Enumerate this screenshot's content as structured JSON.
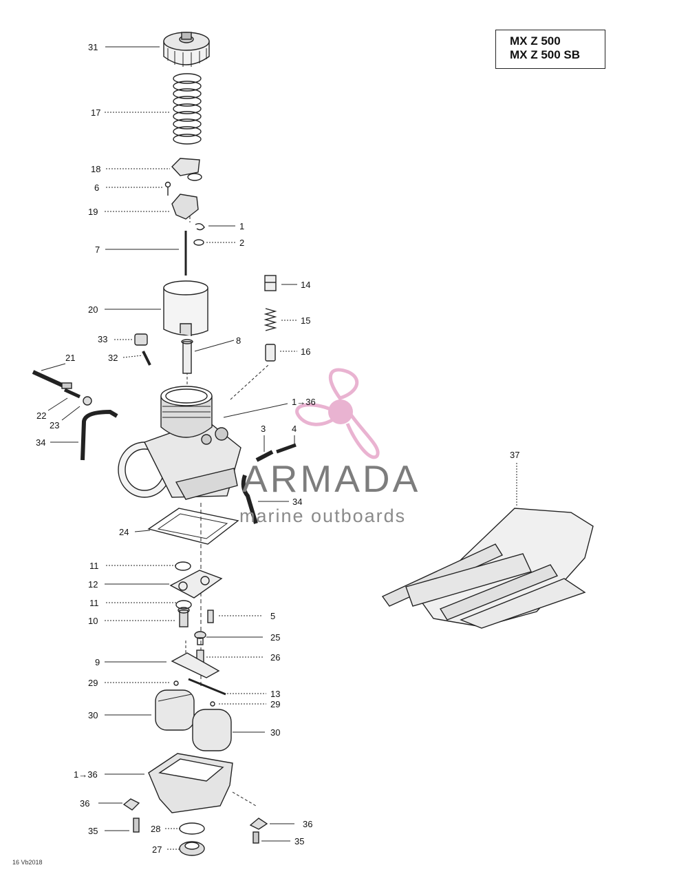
{
  "model_box": {
    "line1": "MX Z 500",
    "line2": "MX Z 500 SB"
  },
  "watermark": {
    "title": "ARMADA",
    "subtitle": "marine outboards",
    "color": "#e6a6c9"
  },
  "diagram_code": "16 Vb2018",
  "callouts": [
    {
      "id": "c31",
      "text": "31"
    },
    {
      "id": "c17",
      "text": "17"
    },
    {
      "id": "c18",
      "text": "18"
    },
    {
      "id": "c6",
      "text": "6"
    },
    {
      "id": "c19",
      "text": "19"
    },
    {
      "id": "c1",
      "text": "1"
    },
    {
      "id": "c2",
      "text": "2"
    },
    {
      "id": "c7",
      "text": "7"
    },
    {
      "id": "c14",
      "text": "14"
    },
    {
      "id": "c15",
      "text": "15"
    },
    {
      "id": "c20",
      "text": "20"
    },
    {
      "id": "c16",
      "text": "16"
    },
    {
      "id": "c33",
      "text": "33"
    },
    {
      "id": "c8",
      "text": "8"
    },
    {
      "id": "c32",
      "text": "32"
    },
    {
      "id": "c21",
      "text": "21"
    },
    {
      "id": "c1to36a",
      "text": "1→36"
    },
    {
      "id": "c22",
      "text": "22"
    },
    {
      "id": "c23",
      "text": "23"
    },
    {
      "id": "c34a",
      "text": "34"
    },
    {
      "id": "c3",
      "text": "3"
    },
    {
      "id": "c4",
      "text": "4"
    },
    {
      "id": "c37",
      "text": "37"
    },
    {
      "id": "c34b",
      "text": "34"
    },
    {
      "id": "c24",
      "text": "24"
    },
    {
      "id": "c11a",
      "text": "11"
    },
    {
      "id": "c12",
      "text": "12"
    },
    {
      "id": "c11b",
      "text": "11"
    },
    {
      "id": "c5",
      "text": "5"
    },
    {
      "id": "c10",
      "text": "10"
    },
    {
      "id": "c25",
      "text": "25"
    },
    {
      "id": "c26",
      "text": "26"
    },
    {
      "id": "c9",
      "text": "9"
    },
    {
      "id": "c29a",
      "text": "29"
    },
    {
      "id": "c13",
      "text": "13"
    },
    {
      "id": "c29b",
      "text": "29"
    },
    {
      "id": "c30a",
      "text": "30"
    },
    {
      "id": "c30b",
      "text": "30"
    },
    {
      "id": "c1to36b",
      "text": "1→36"
    },
    {
      "id": "c36a",
      "text": "36"
    },
    {
      "id": "c36b",
      "text": "36"
    },
    {
      "id": "c35a",
      "text": "35"
    },
    {
      "id": "c28",
      "text": "28"
    },
    {
      "id": "c35b",
      "text": "35"
    },
    {
      "id": "c27",
      "text": "27"
    }
  ]
}
